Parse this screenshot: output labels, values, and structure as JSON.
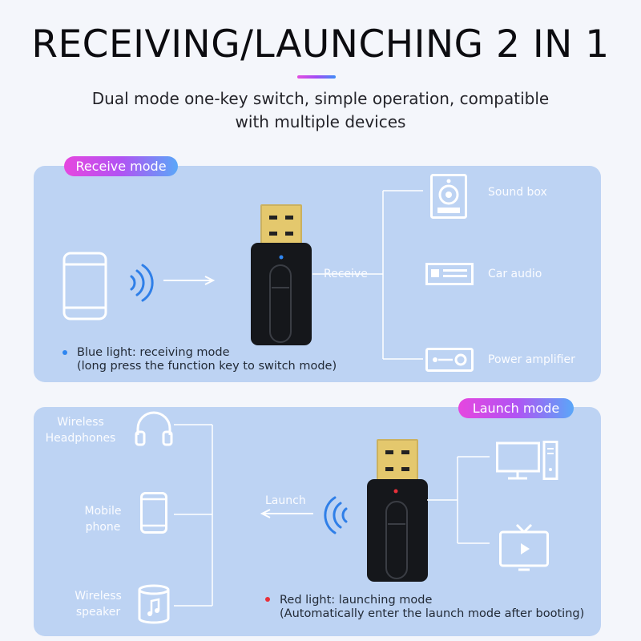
{
  "header": {
    "title": "RECEIVING/LAUNCHING 2 IN 1",
    "subtitle_line1": "Dual mode one-key switch, simple operation, compatible",
    "subtitle_line2": "with multiple devices"
  },
  "receive_panel": {
    "badge": "Receive mode",
    "arrow_label": "Receive",
    "devices": [
      "Sound box",
      "Car audio",
      "Power amplifier"
    ],
    "source_icon": "tablet-icon",
    "device_icons": [
      "speaker-icon",
      "car-radio-icon",
      "amplifier-icon"
    ],
    "note_line1": "Blue light: receiving mode",
    "note_line2": "(long press the function key to switch mode)",
    "indicator_color": "#2f86f0"
  },
  "launch_panel": {
    "badge": "Launch mode",
    "arrow_label": "Launch",
    "targets": [
      {
        "line1": "Wireless",
        "line2": "Headphones",
        "icon": "headphones-icon"
      },
      {
        "line1": "Mobile",
        "line2": "phone",
        "icon": "phone-icon"
      },
      {
        "line1": "Wireless",
        "line2": "speaker",
        "icon": "speaker-icon"
      }
    ],
    "source_icons": [
      "desktop-computer-icon",
      "tv-icon"
    ],
    "note_line1": "Red light: launching mode",
    "note_line2": "(Automatically enter the launch mode after booting)",
    "indicator_color": "#e8303a"
  },
  "colors": {
    "panel": "#bdd3f3",
    "badge_gradient": [
      "#e647df",
      "#b153f3",
      "#5aa7f8"
    ],
    "signal_wave": "#2f7fe8",
    "dongle_body": "#15171b"
  }
}
